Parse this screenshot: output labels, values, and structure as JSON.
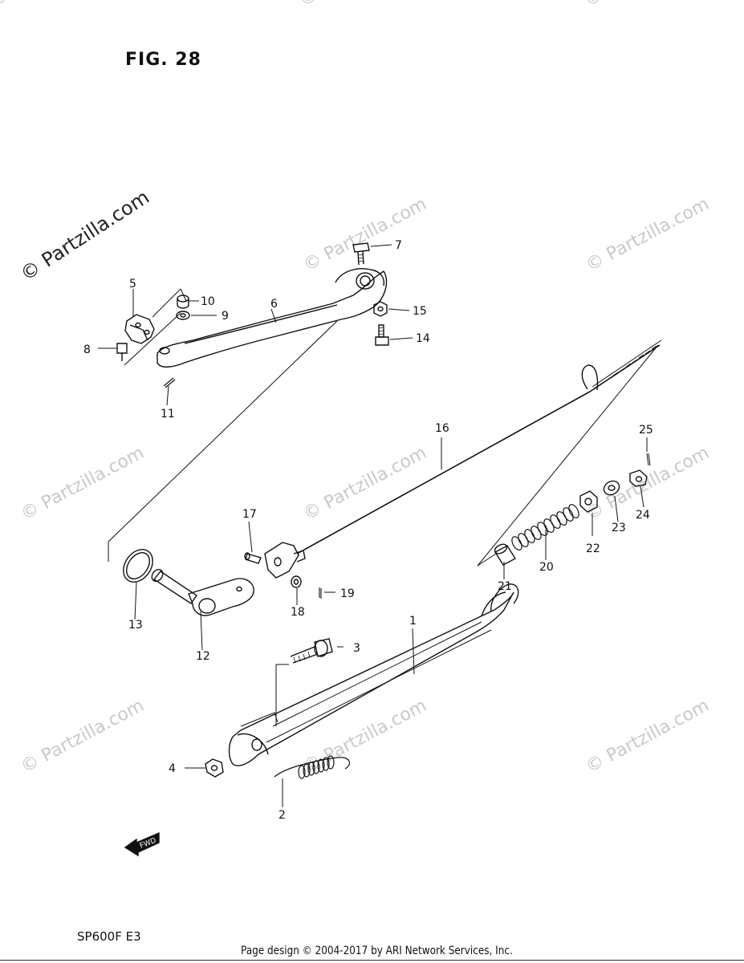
{
  "figure_title": "FIG. 28",
  "model_code": "SP600F  E3",
  "footer_text": "Page design © 2004-2017 by ARI Network Services, Inc.",
  "watermark_main": "© Partzilla.com",
  "watermark_faint": "© Partzilla.com",
  "fwd_label": "FWD",
  "callouts": [
    {
      "id": "c1",
      "label": "1"
    },
    {
      "id": "c2",
      "label": "2"
    },
    {
      "id": "c3",
      "label": "3"
    },
    {
      "id": "c4",
      "label": "4"
    },
    {
      "id": "c5",
      "label": "5"
    },
    {
      "id": "c6",
      "label": "6"
    },
    {
      "id": "c7",
      "label": "7"
    },
    {
      "id": "c8",
      "label": "8"
    },
    {
      "id": "c9",
      "label": "9"
    },
    {
      "id": "c10",
      "label": "10"
    },
    {
      "id": "c11",
      "label": "11"
    },
    {
      "id": "c12",
      "label": "12"
    },
    {
      "id": "c13",
      "label": "13"
    },
    {
      "id": "c14",
      "label": "14"
    },
    {
      "id": "c15",
      "label": "15"
    },
    {
      "id": "c16",
      "label": "16"
    },
    {
      "id": "c17",
      "label": "17"
    },
    {
      "id": "c18",
      "label": "18"
    },
    {
      "id": "c19",
      "label": "19"
    },
    {
      "id": "c20",
      "label": "20"
    },
    {
      "id": "c21",
      "label": "21"
    },
    {
      "id": "c22",
      "label": "22"
    },
    {
      "id": "c23",
      "label": "23"
    },
    {
      "id": "c24",
      "label": "24"
    },
    {
      "id": "c25",
      "label": "25"
    }
  ],
  "colors": {
    "line": "#111111",
    "watermark": "#c9c9c9"
  }
}
